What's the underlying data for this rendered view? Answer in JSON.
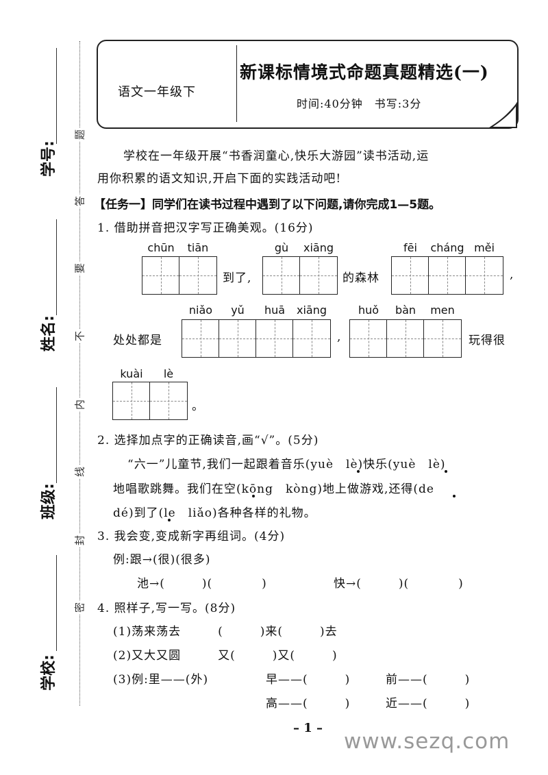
{
  "sidebar": {
    "student_id_label": "学号:",
    "name_label": "姓名:",
    "class_label": "班级:",
    "school_label": "学校:",
    "seal_chars": [
      "题",
      "答",
      "要",
      "不",
      "内",
      "线",
      "封",
      "密"
    ]
  },
  "header": {
    "grade": "语文一年级下",
    "title": "新课标情境式命题真题精选(一)",
    "time_info": "时间:40分钟　书写:3分"
  },
  "intro": {
    "line1": "学校在一年级开展“书香润童心,快乐大游园”读书活动,运",
    "line2": "用你积累的语文知识,开启下面的实践活动吧!"
  },
  "task1": {
    "heading": "【任务一】同学们在读书过程中遇到了以下问题,请你完成1—5题。"
  },
  "q1": {
    "title": "1. 借助拼音把汉字写正确美观。(16分)",
    "row1": {
      "pinyin_a": [
        "chūn",
        "tiān"
      ],
      "text_a": "到了,",
      "pinyin_b": [
        "gù",
        "xiāng"
      ],
      "text_b": "的森林",
      "pinyin_c": [
        "fēi",
        "cháng",
        "měi"
      ],
      "text_c": ","
    },
    "row2": {
      "prefix": "处处都是",
      "pinyin_a": [
        "niǎo",
        "yǔ",
        "huā",
        "xiāng"
      ],
      "sep": ",",
      "pinyin_b": [
        "huǒ",
        "bàn",
        "men"
      ],
      "suffix": "玩得很"
    },
    "row3": {
      "pinyin": [
        "kuài",
        "lè"
      ],
      "suffix": "。"
    }
  },
  "q2": {
    "title": "2. 选择加点字的正确读音,画“√”。(5分)",
    "line1": "“六一”儿童节,我们一起跟着音乐(yuè　lè)快乐(yuè　lè)",
    "line2": "地唱歌跳舞。我们在空(kōng　kòng)地上做游戏,还得(de",
    "line3": "dé)到了(le　liǎo)各种各样的礼物。"
  },
  "q3": {
    "title": "3. 我会变,变成新字再组词。(4分)",
    "example": "例:跟→(很)(很多)",
    "item1": "池→(　　　)(　　　　)",
    "item2": "快→(　　　)(　　　　)"
  },
  "q4": {
    "title": "4. 照样子,写一写。(8分)",
    "item1": "(1)荡来荡去　　　(　　　)来(　　　)去",
    "item2": "(2)又大又圆　　　又(　　　)又(　　　)",
    "item3_example": "(3)例:里——(外)",
    "item3_a": "早——(　　　)",
    "item3_b": "前——(　　　)",
    "item3_c": "高——(　　　)",
    "item3_d": "近——(　　　)"
  },
  "footer": {
    "page_number": "– 1 –",
    "watermark": "www.sezq.com"
  }
}
